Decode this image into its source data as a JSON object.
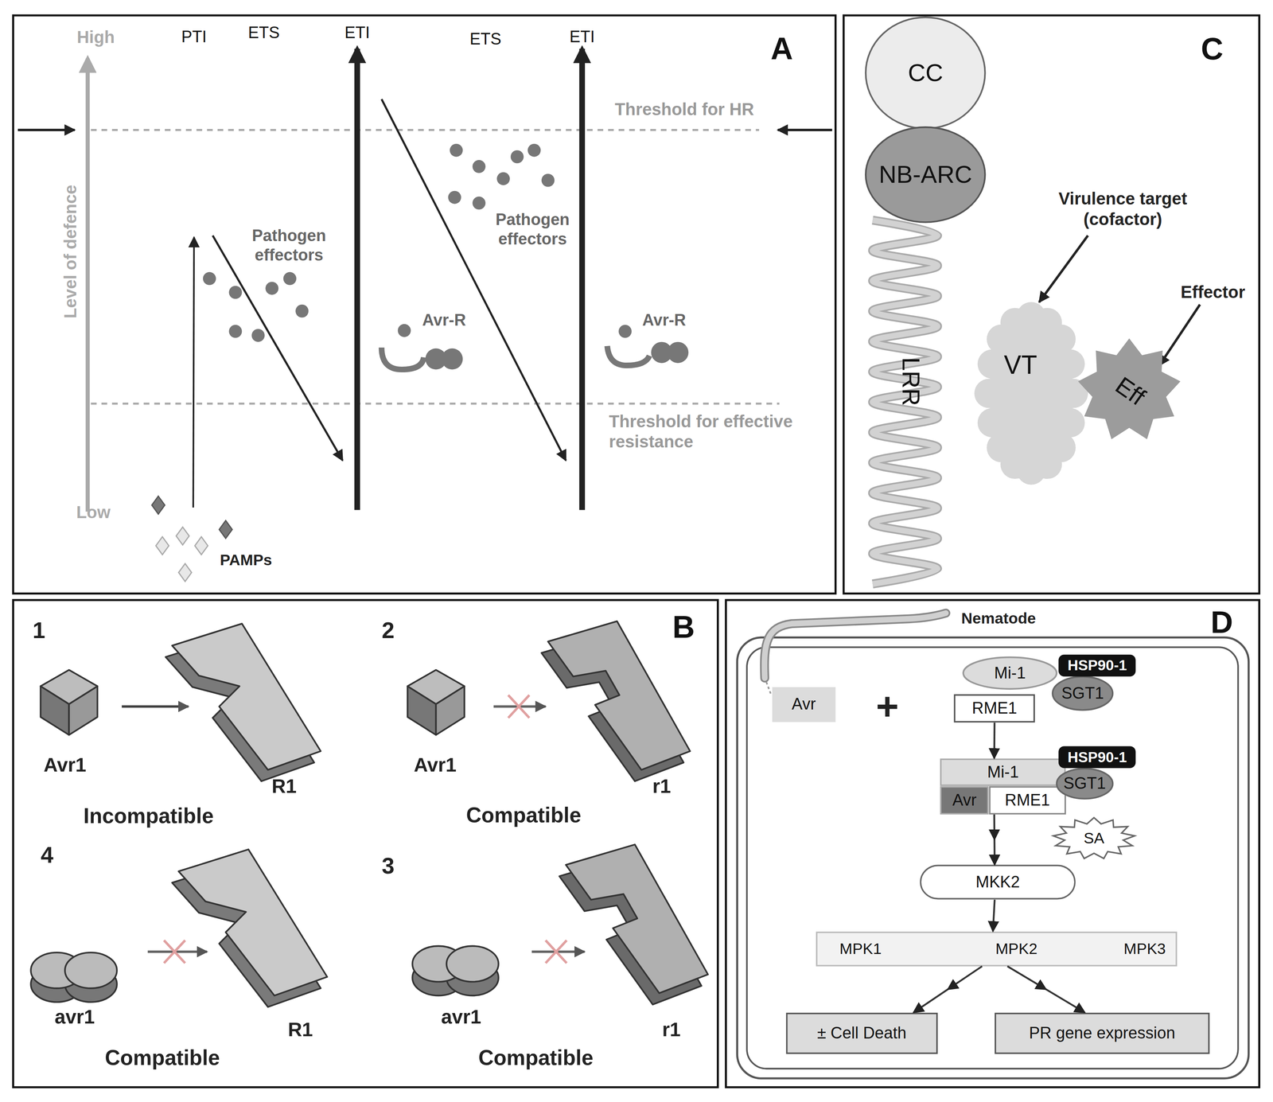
{
  "diagram": {
    "nodes": [
      {
        "text": [
          "A"
        ]
      },
      {
        "text": [
          "C"
        ]
      },
      {
        "text": [
          "CC"
        ],
        "in": 1
      },
      {
        "text": [
          "NB-ARC"
        ],
        "in": 1
      },
      {
        "text": [
          "LRR"
        ],
        "in": 1
      },
      {
        "text": [
          "VT"
        ],
        "in": 1
      },
      {
        "text": [
          "Eff"
        ],
        "in": 1
      },
      {
        "text": [
          "B"
        ]
      },
      {
        "text": [
          "D"
        ]
      },
      {
        "text": [
          "Avr"
        ],
        "in": 8
      },
      {
        "text": [
          "Mi-1"
        ],
        "in": 8
      },
      {
        "text": [
          "HSP90-1"
        ],
        "in": 8
      },
      {
        "text": [
          "SGT1"
        ],
        "in": 8
      },
      {
        "text": [
          "RME1"
        ],
        "in": 8
      },
      {
        "text": [
          "Mi-1"
        ],
        "in": 8
      },
      {
        "text": [
          "HSP90-1"
        ],
        "in": 8
      },
      {
        "text": [
          "SGT1"
        ],
        "in": 8
      },
      {
        "text": [
          "Avr"
        ],
        "in": 8
      },
      {
        "text": [
          "RME1"
        ],
        "in": 8
      },
      {
        "text": [
          "SA"
        ],
        "in": 8
      },
      {
        "text": [
          "MKK2"
        ],
        "in": 8
      },
      {
        "text": [
          "MPK1",
          "MPK2",
          "MPK3"
        ],
        "in": 8
      },
      {
        "text": [
          "± Cell Death"
        ],
        "in": 8
      },
      {
        "text": [
          "PR gene expression"
        ],
        "in": 8
      }
    ],
    "edges": [
      {
        "from": 13,
        "to": 14,
        "arrow": "to"
      },
      {
        "from": 18,
        "to": 20,
        "arrow": "to"
      },
      {
        "from": 20,
        "to": 21,
        "arrow": "to"
      },
      {
        "from": 21,
        "to": 22,
        "arrow": "to"
      },
      {
        "from": 21,
        "to": 23,
        "arrow": "to"
      }
    ],
    "labels": [
      "High",
      "PTI",
      "ETS",
      "ETI",
      "ETS",
      "ETI",
      "Threshold for HR",
      "Level of defence",
      "Pathogen effectors",
      "Pathogen effectors",
      "Avr-R",
      "Avr-R",
      "Threshold for effective resistance",
      "Low",
      "PAMPs",
      "Virulence target (cofactor)",
      "Effector",
      "1",
      "Avr1",
      "R1",
      "Incompatible",
      "2",
      "Avr1",
      "r1",
      "Compatible",
      "4",
      "avr1",
      "R1",
      "Compatible",
      "3",
      "avr1",
      "r1",
      "Compatible",
      "Nematode",
      "+"
    ]
  }
}
